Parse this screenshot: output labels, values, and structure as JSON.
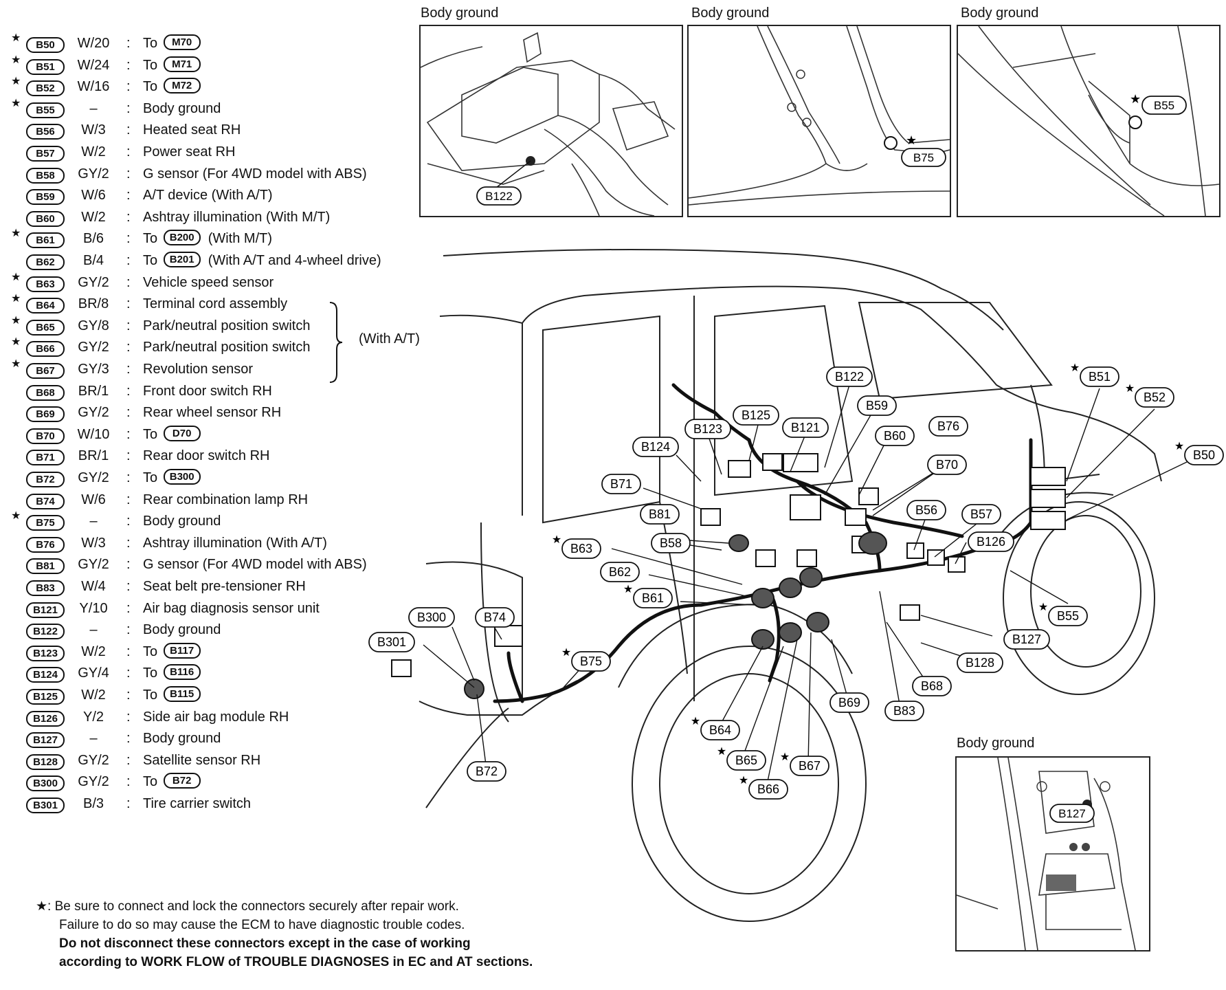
{
  "legend": [
    {
      "star": true,
      "code": "B50",
      "wire": "W/20",
      "desc": "To",
      "target": "M70",
      "note": ""
    },
    {
      "star": true,
      "code": "B51",
      "wire": "W/24",
      "desc": "To",
      "target": "M71",
      "note": ""
    },
    {
      "star": true,
      "code": "B52",
      "wire": "W/16",
      "desc": "To",
      "target": "M72",
      "note": ""
    },
    {
      "star": true,
      "code": "B55",
      "wire": "–",
      "desc": "Body ground",
      "target": "",
      "note": ""
    },
    {
      "star": false,
      "code": "B56",
      "wire": "W/3",
      "desc": "Heated seat RH",
      "target": "",
      "note": ""
    },
    {
      "star": false,
      "code": "B57",
      "wire": "W/2",
      "desc": "Power seat RH",
      "target": "",
      "note": ""
    },
    {
      "star": false,
      "code": "B58",
      "wire": "GY/2",
      "desc": "G sensor (For 4WD model with ABS)",
      "target": "",
      "note": ""
    },
    {
      "star": false,
      "code": "B59",
      "wire": "W/6",
      "desc": "A/T device (With A/T)",
      "target": "",
      "note": ""
    },
    {
      "star": false,
      "code": "B60",
      "wire": "W/2",
      "desc": "Ashtray illumination (With M/T)",
      "target": "",
      "note": ""
    },
    {
      "star": true,
      "code": "B61",
      "wire": "B/6",
      "desc": "To",
      "target": "B200",
      "note": "(With M/T)"
    },
    {
      "star": false,
      "code": "B62",
      "wire": "B/4",
      "desc": "To",
      "target": "B201",
      "note": "(With A/T and 4-wheel drive)"
    },
    {
      "star": true,
      "code": "B63",
      "wire": "GY/2",
      "desc": "Vehicle speed sensor",
      "target": "",
      "note": ""
    },
    {
      "star": true,
      "code": "B64",
      "wire": "BR/8",
      "desc": "Terminal cord assembly",
      "target": "",
      "note": ""
    },
    {
      "star": true,
      "code": "B65",
      "wire": "GY/8",
      "desc": "Park/neutral position switch",
      "target": "",
      "note": ""
    },
    {
      "star": true,
      "code": "B66",
      "wire": "GY/2",
      "desc": "Park/neutral position switch",
      "target": "",
      "note": ""
    },
    {
      "star": true,
      "code": "B67",
      "wire": "GY/3",
      "desc": "Revolution sensor",
      "target": "",
      "note": ""
    },
    {
      "star": false,
      "code": "B68",
      "wire": "BR/1",
      "desc": "Front door switch RH",
      "target": "",
      "note": ""
    },
    {
      "star": false,
      "code": "B69",
      "wire": "GY/2",
      "desc": "Rear wheel sensor RH",
      "target": "",
      "note": ""
    },
    {
      "star": false,
      "code": "B70",
      "wire": "W/10",
      "desc": "To",
      "target": "D70",
      "note": ""
    },
    {
      "star": false,
      "code": "B71",
      "wire": "BR/1",
      "desc": "Rear door switch RH",
      "target": "",
      "note": ""
    },
    {
      "star": false,
      "code": "B72",
      "wire": "GY/2",
      "desc": "To",
      "target": "B300",
      "note": ""
    },
    {
      "star": false,
      "code": "B74",
      "wire": "W/6",
      "desc": "Rear combination lamp RH",
      "target": "",
      "note": ""
    },
    {
      "star": true,
      "code": "B75",
      "wire": "–",
      "desc": "Body ground",
      "target": "",
      "note": ""
    },
    {
      "star": false,
      "code": "B76",
      "wire": "W/3",
      "desc": "Ashtray illumination (With A/T)",
      "target": "",
      "note": ""
    },
    {
      "star": false,
      "code": "B81",
      "wire": "GY/2",
      "desc": "G sensor (For 4WD model with ABS)",
      "target": "",
      "note": ""
    },
    {
      "star": false,
      "code": "B83",
      "wire": "W/4",
      "desc": "Seat belt pre-tensioner RH",
      "target": "",
      "note": ""
    },
    {
      "star": false,
      "code": "B121",
      "wire": "Y/10",
      "desc": "Air bag diagnosis sensor unit",
      "target": "",
      "note": ""
    },
    {
      "star": false,
      "code": "B122",
      "wire": "–",
      "desc": "Body ground",
      "target": "",
      "note": ""
    },
    {
      "star": false,
      "code": "B123",
      "wire": "W/2",
      "desc": "To",
      "target": "B117",
      "note": ""
    },
    {
      "star": false,
      "code": "B124",
      "wire": "GY/4",
      "desc": "To",
      "target": "B116",
      "note": ""
    },
    {
      "star": false,
      "code": "B125",
      "wire": "W/2",
      "desc": "To",
      "target": "B115",
      "note": ""
    },
    {
      "star": false,
      "code": "B126",
      "wire": "Y/2",
      "desc": "Side air bag module RH",
      "target": "",
      "note": ""
    },
    {
      "star": false,
      "code": "B127",
      "wire": "–",
      "desc": "Body ground",
      "target": "",
      "note": ""
    },
    {
      "star": false,
      "code": "B128",
      "wire": "GY/2",
      "desc": "Satellite sensor RH",
      "target": "",
      "note": ""
    },
    {
      "star": false,
      "code": "B300",
      "wire": "GY/2",
      "desc": "To",
      "target": "B72",
      "note": ""
    },
    {
      "star": false,
      "code": "B301",
      "wire": "B/3",
      "desc": "Tire carrier switch",
      "target": "",
      "note": ""
    }
  ],
  "colon": ":",
  "star_symbol": "★",
  "at_group_note": "(With A/T)",
  "panels": {
    "p1": {
      "title": "Body ground",
      "labels": [
        "B122"
      ]
    },
    "p2": {
      "title": "Body ground",
      "labels": [
        "B75"
      ]
    },
    "p3": {
      "title": "Body ground",
      "labels": [
        "B55"
      ]
    },
    "p4": {
      "title": "Body ground",
      "labels": [
        "B127"
      ]
    }
  },
  "callouts": [
    {
      "id": "B51",
      "star": true
    },
    {
      "id": "B52",
      "star": true
    },
    {
      "id": "B50",
      "star": true
    },
    {
      "id": "B122",
      "star": false
    },
    {
      "id": "B59",
      "star": false
    },
    {
      "id": "B125",
      "star": false
    },
    {
      "id": "B121",
      "star": false
    },
    {
      "id": "B123",
      "star": false
    },
    {
      "id": "B60",
      "star": false
    },
    {
      "id": "B76",
      "star": false
    },
    {
      "id": "B124",
      "star": false
    },
    {
      "id": "B70",
      "star": false
    },
    {
      "id": "B71",
      "star": false
    },
    {
      "id": "B56",
      "star": false
    },
    {
      "id": "B57",
      "star": false
    },
    {
      "id": "B81",
      "star": false
    },
    {
      "id": "B126",
      "star": false
    },
    {
      "id": "B58",
      "star": false
    },
    {
      "id": "B63",
      "star": true
    },
    {
      "id": "B62",
      "star": false
    },
    {
      "id": "B61",
      "star": true
    },
    {
      "id": "B55",
      "star": true
    },
    {
      "id": "B300",
      "star": false
    },
    {
      "id": "B74",
      "star": false
    },
    {
      "id": "B127",
      "star": false
    },
    {
      "id": "B301",
      "star": false
    },
    {
      "id": "B75",
      "star": true
    },
    {
      "id": "B128",
      "star": false
    },
    {
      "id": "B68",
      "star": false
    },
    {
      "id": "B69",
      "star": false
    },
    {
      "id": "B83",
      "star": false
    },
    {
      "id": "B64",
      "star": true
    },
    {
      "id": "B65",
      "star": true
    },
    {
      "id": "B67",
      "star": true
    },
    {
      "id": "B66",
      "star": true
    },
    {
      "id": "B72",
      "star": false
    }
  ],
  "footnote": {
    "line1": ": Be sure to connect and lock the connectors securely after repair work.",
    "line2": "Failure to do so may cause the ECM to have diagnostic trouble codes.",
    "line3": "Do not disconnect these connectors except in the case of working",
    "line4": "according to WORK FLOW of TROUBLE DIAGNOSES in EC and AT sections."
  }
}
